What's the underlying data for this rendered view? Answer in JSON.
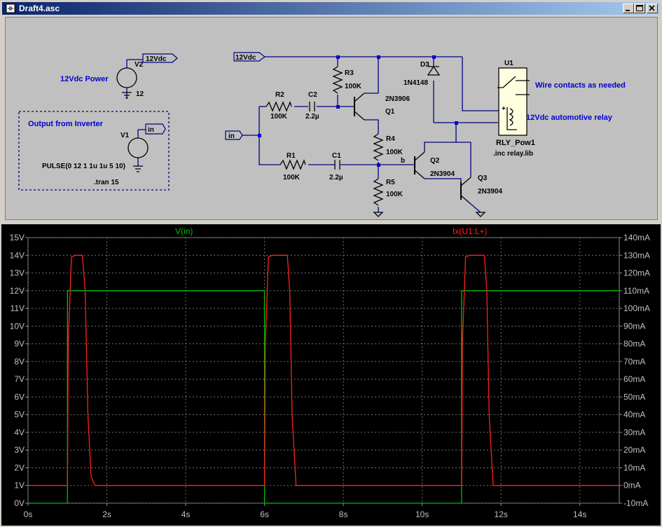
{
  "window": {
    "title": "Draft4.asc"
  },
  "schematic": {
    "power_label": "12Vdc Power",
    "v2": {
      "name": "V2",
      "value": "12"
    },
    "v2_net": "12Vdc",
    "inverter_box_label": "Output from Inverter",
    "v1": {
      "name": "V1",
      "value": "PULSE(0 12 1 1u 1u 5 10)"
    },
    "v1_net": "in",
    "tran": ".tran 15",
    "net_12v": "12Vdc",
    "net_in": "in",
    "r3": {
      "name": "R3",
      "value": "100K"
    },
    "r2": {
      "name": "R2",
      "value": "100K"
    },
    "c2": {
      "name": "C2",
      "value": "2.2µ"
    },
    "q1": {
      "name": "Q1",
      "model": "2N3906"
    },
    "r4": {
      "name": "R4",
      "value": "100K"
    },
    "r1": {
      "name": "R1",
      "value": "100K"
    },
    "c1": {
      "name": "C1",
      "value": "2.2µ"
    },
    "node_b": "b",
    "r5": {
      "name": "R5",
      "value": "100K"
    },
    "q2": {
      "name": "Q2",
      "model": "2N3904"
    },
    "q3": {
      "name": "Q3",
      "model": "2N3904"
    },
    "d3": {
      "name": "D3",
      "model": "1N4148"
    },
    "u1": {
      "name": "U1",
      "model": "RLY_Pow1",
      "include": ".inc relay.lib"
    },
    "note_contacts": "Wire contacts as needed",
    "note_relay": "12Vdc automotive relay",
    "relay_plus": "+"
  },
  "chart_data": {
    "type": "line",
    "x_label": "",
    "x_range": [
      0,
      15
    ],
    "x_ticks": [
      "0s",
      "2s",
      "4s",
      "6s",
      "8s",
      "10s",
      "12s",
      "14s"
    ],
    "y_left_range": [
      0,
      15
    ],
    "y_left_ticks": [
      "0V",
      "1V",
      "2V",
      "3V",
      "4V",
      "5V",
      "6V",
      "7V",
      "8V",
      "9V",
      "10V",
      "11V",
      "12V",
      "13V",
      "14V",
      "15V"
    ],
    "y_right_range": [
      -10,
      140
    ],
    "y_right_ticks": [
      "-10mA",
      "0mA",
      "10mA",
      "20mA",
      "30mA",
      "40mA",
      "50mA",
      "60mA",
      "70mA",
      "80mA",
      "90mA",
      "100mA",
      "110mA",
      "120mA",
      "130mA",
      "140mA"
    ],
    "grid": true,
    "series": [
      {
        "name": "V(in)",
        "color": "#00c000",
        "axis": "left",
        "x": [
          0,
          1,
          1.0001,
          6,
          6.0001,
          11,
          11.0001,
          15
        ],
        "y": [
          0,
          0,
          12,
          12,
          0,
          0,
          12,
          12
        ]
      },
      {
        "name": "Ix(U1:L+)",
        "color": "#ff2020",
        "axis": "right",
        "x": [
          0,
          1.0,
          1.02,
          1.1,
          1.2,
          1.38,
          1.45,
          1.52,
          1.6,
          1.7,
          6.0,
          6.02,
          6.1,
          6.2,
          6.58,
          6.64,
          6.7,
          6.8,
          11.0,
          11.02,
          11.1,
          11.2,
          11.58,
          11.64,
          11.7,
          11.8,
          15
        ],
        "y": [
          0,
          0,
          80,
          129,
          130,
          130,
          110,
          40,
          5,
          0,
          0,
          80,
          129,
          130,
          130,
          110,
          40,
          0,
          0,
          80,
          129,
          130,
          130,
          110,
          40,
          0,
          0
        ]
      }
    ]
  },
  "colors": {
    "titlebar_start": "#0a246a",
    "titlebar_end": "#a6caf0",
    "schematic_bg": "#c0c0c0",
    "wire": "#000080",
    "plot_bg": "#000000",
    "grid": "#808080"
  }
}
